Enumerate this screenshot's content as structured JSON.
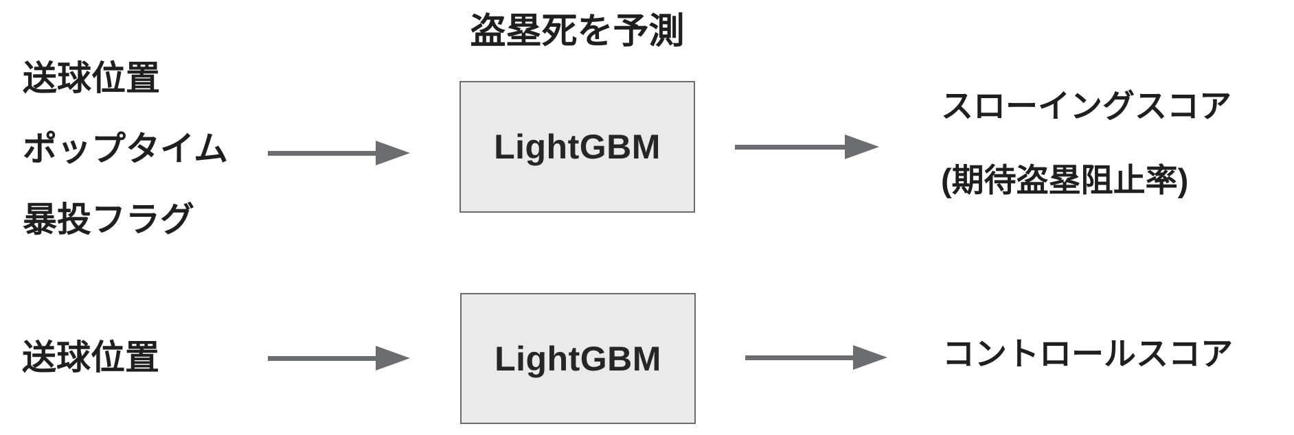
{
  "colors": {
    "background": "#ffffff",
    "text": "#1f1f1f",
    "arrow": "#6b6d70",
    "box_fill": "#eaeaea",
    "box_border": "#6a6a6a"
  },
  "diagram": {
    "top_row": {
      "title": "盗塁死を予測",
      "inputs": [
        "送球位置",
        "ポップタイム",
        "暴投フラグ"
      ],
      "model_label": "LightGBM",
      "outputs": [
        "スローイングスコア",
        "(期待盗塁阻止率)"
      ]
    },
    "bottom_row": {
      "inputs": [
        "送球位置"
      ],
      "model_label": "LightGBM",
      "outputs": [
        "コントロールスコア"
      ]
    }
  }
}
